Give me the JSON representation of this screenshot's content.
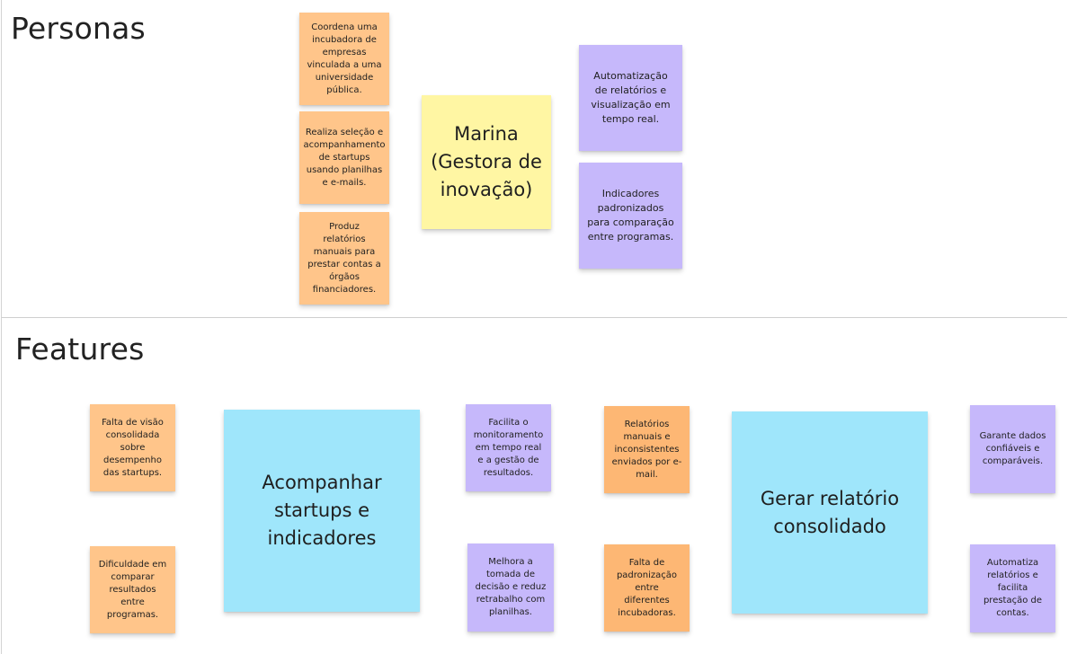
{
  "personas": {
    "title": "Personas",
    "name_note": "Marina (Gestora de inovação)",
    "context_notes": [
      "Coordena uma incubadora de empresas vinculada a uma universidade pública.",
      "Realiza seleção e acompanhamento de startups usando planilhas e e-mails.",
      "Produz relatórios manuais para prestar contas a órgãos financiadores."
    ],
    "need_notes": [
      "Automatização de relatórios e visualização em tempo real.",
      "Indicadores padronizados para comparação entre programas."
    ]
  },
  "features": {
    "title": "Features",
    "feature_1": {
      "label": "Acompanhar startups e indicadores",
      "problems": [
        "Falta de visão consolidada sobre desempenho das startups.",
        "Dificuldade em comparar resultados entre programas."
      ],
      "benefits": [
        "Facilita o monitoramento em tempo real e a gestão de resultados.",
        "Melhora a tomada de decisão e reduz retrabalho com planilhas."
      ]
    },
    "feature_2": {
      "label": "Gerar relatório consolidado",
      "problems": [
        "Relatórios manuais e inconsistentes enviados por e-mail.",
        "Falta de padronização entre diferentes incubadoras."
      ],
      "benefits": [
        "Garante dados confiáveis e comparáveis.",
        "Automatiza relatórios e facilita prestação de contas."
      ]
    }
  },
  "colors": {
    "problem_sticky": "#ffc58a",
    "benefit_sticky": "#c6b8fb",
    "persona_sticky": "#fff6a3",
    "feature_sticky": "#9fe6fb"
  }
}
